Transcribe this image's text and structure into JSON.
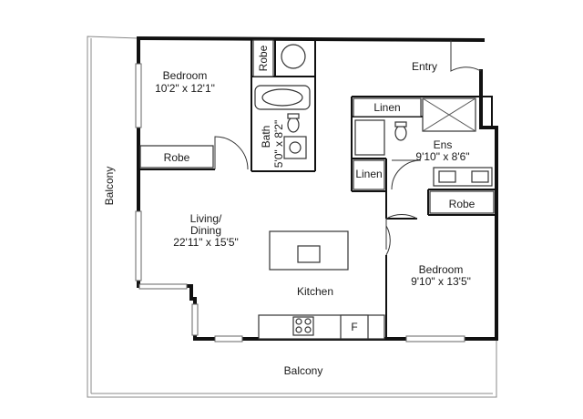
{
  "rooms": {
    "bedroom1": {
      "name": "Bedroom",
      "size": "10'2\" x 12'1\""
    },
    "bath": {
      "name": "Bath",
      "size": "5'0\" x 8'2\""
    },
    "living": {
      "name_line1": "Living/",
      "name_line2": "Dining",
      "size": "22'11\" x 15'5\""
    },
    "kitchen": {
      "name": "Kitchen"
    },
    "bedroom2": {
      "name": "Bedroom",
      "size": "9'10\" x 13'5\""
    },
    "ensuite": {
      "name": "Ens",
      "size": "9'10\" x 8'6\""
    },
    "entry": {
      "name": "Entry"
    }
  },
  "closets": {
    "robe_bed1": "Robe",
    "robe_bath": "Robe",
    "linen_top": "Linen",
    "linen_mid": "Linen",
    "robe_ens": "Robe"
  },
  "balconies": {
    "west": "Balcony",
    "south": "Balcony"
  },
  "appliances": {
    "fridge": "F"
  }
}
